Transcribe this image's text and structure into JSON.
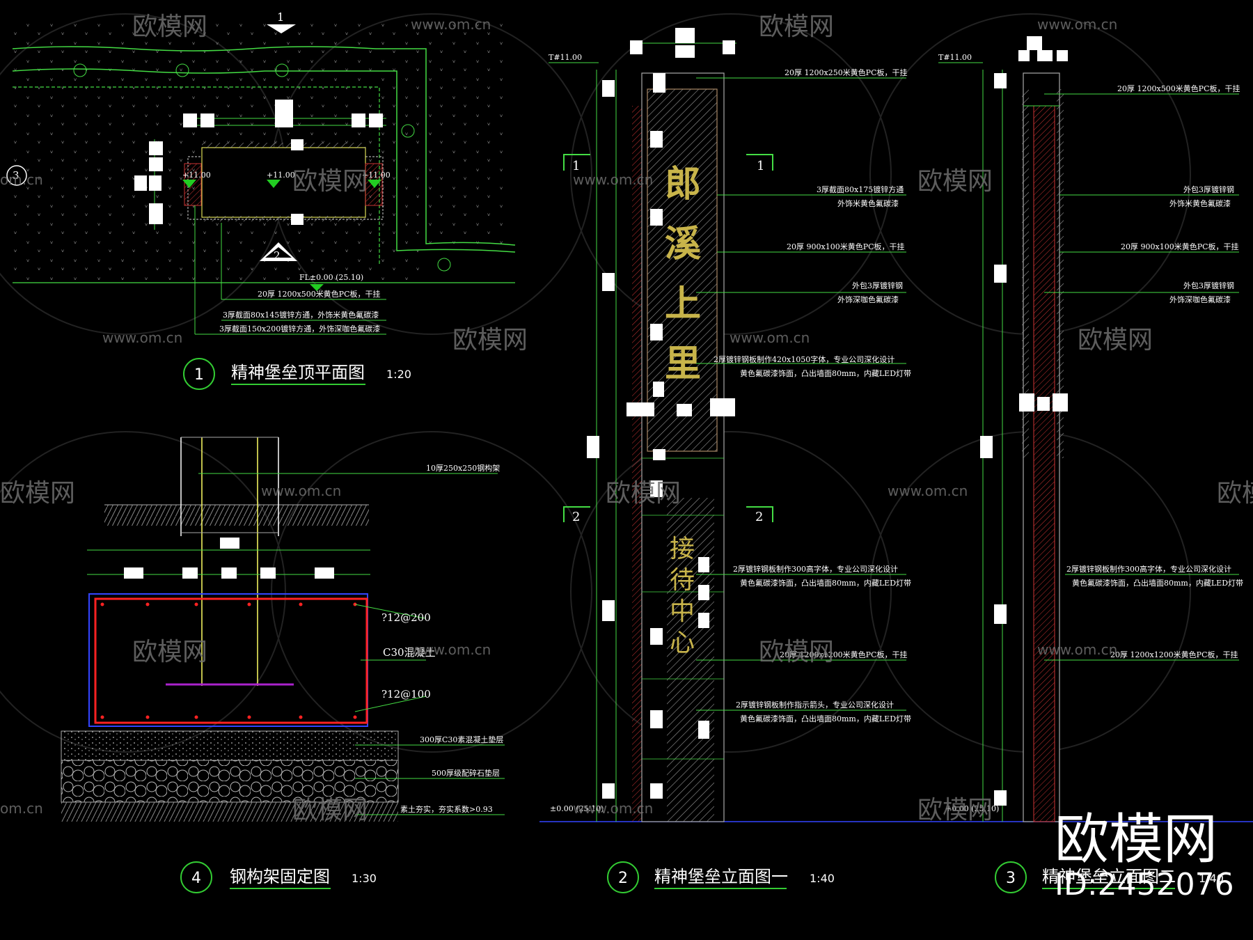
{
  "colors": {
    "background": "#000000",
    "line": "#44dd44",
    "label": "#ffffff",
    "title_circle": "#33cc33",
    "hatch": "#aaaaaa",
    "red": "#ff2222",
    "blue": "#3344ff",
    "gold": "#c8b44a",
    "magenta": "#aa22cc"
  },
  "watermark": {
    "brand": "欧模网",
    "url": "www.om.cn",
    "url_short": "om.cn",
    "big_brand": "欧模网",
    "id": "ID:2452076"
  },
  "views": {
    "view1": {
      "number": "1",
      "title": "精神堡垒顶平面图",
      "scale": "1:20",
      "marks": [
        "1",
        "2",
        "3"
      ],
      "elevations": [
        "+11.00",
        "+11.00",
        "+11.00"
      ],
      "fl_label": "FL±0.00 (25.10)",
      "notes": [
        "20厚 1200x500米黄色PC板，干挂",
        "3厚截面80x145镀锌方通，外饰米黄色氟碳漆",
        "3厚截面150x200镀锌方通，外饰深咖色氟碳漆"
      ]
    },
    "view2": {
      "number": "2",
      "title": "精神堡垒立面图一",
      "scale": "1:40",
      "top_level": "T#11.00",
      "bottom_level": "±0.00 (25.10)",
      "section_marks": [
        "1",
        "1",
        "2",
        "2"
      ],
      "sign_name": [
        "郎",
        "溪",
        "上",
        "里"
      ],
      "sign_reception": [
        "接",
        "待",
        "中",
        "心"
      ],
      "notes": [
        "20厚 1200x250米黄色PC板，干挂",
        "3厚截面80x175镀锌方通",
        "外饰米黄色氟碳漆",
        "20厚 900x100米黄色PC板，干挂",
        "外包3厚镀锌钢",
        "外饰深咖色氟碳漆",
        "2厚镀锌钢板制作420x1050字体，专业公司深化设计",
        "黄色氟碳漆饰面，凸出墙面80mm，内藏LED灯带",
        "2厚镀锌钢板制作300高字体，专业公司深化设计",
        "黄色氟碳漆饰面，凸出墙面80mm，内藏LED灯带",
        "20厚 1200x1200米黄色PC板，干挂",
        "2厚镀锌钢板制作指示箭头，专业公司深化设计",
        "黄色氟碳漆饰面，凸出墙面80mm，内藏LED灯带"
      ]
    },
    "view3": {
      "number": "3",
      "title": "精神堡垒立面图二",
      "scale": "1:40",
      "top_level": "T#11.00",
      "bottom_level": "+0.00 (25.10)",
      "notes": [
        "20厚 1200x500米黄色PC板，干挂",
        "外包3厚镀锌钢",
        "外饰米黄色氟碳漆",
        "20厚 900x100米黄色PC板，干挂",
        "外包3厚镀锌钢",
        "外饰深咖色氟碳漆",
        "2厚镀锌钢板制作300高字体，专业公司深化设计",
        "黄色氟碳漆饰面，凸出墙面80mm，内藏LED灯带",
        "20厚 1200x1200米黄色PC板，干挂"
      ]
    },
    "view4": {
      "number": "4",
      "title": "钢构架固定图",
      "scale": "1:30",
      "notes": [
        "10厚250x250钢构架",
        "?12@200",
        "C30混凝土",
        "?12@100",
        "300厚C30素混凝土垫层",
        "500厚级配碎石垫层",
        "素土夯实，夯实系数>0.93"
      ]
    }
  }
}
